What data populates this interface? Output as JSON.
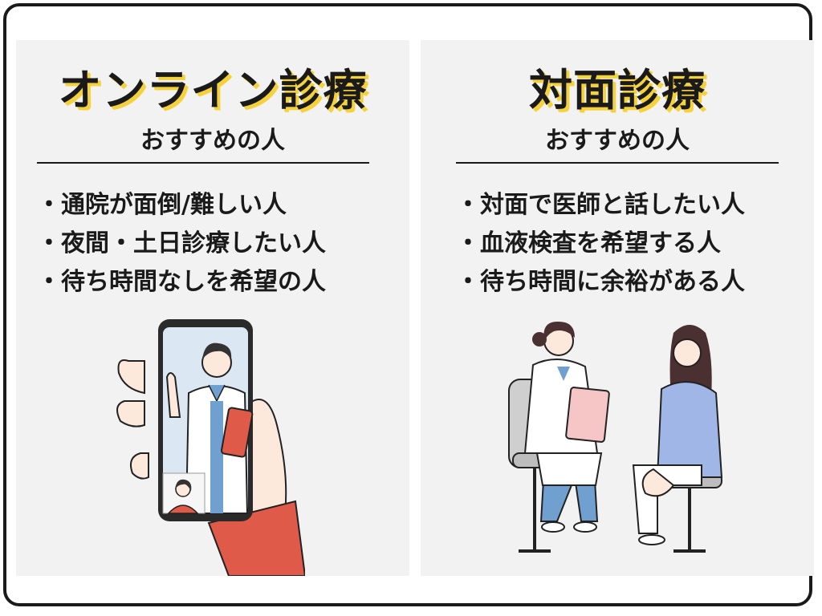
{
  "left": {
    "title": "オンライン診療",
    "subtitle": "おすすめの人",
    "items": [
      "通院が面倒/難しい人",
      "夜間・土日診療したい人",
      "待ち時間なしを希望の人"
    ]
  },
  "right": {
    "title": "対面診療",
    "subtitle": "おすすめの人",
    "items": [
      "対面で医師と話したい人",
      "血液検査を希望する人",
      "待ち時間に余裕がある人"
    ]
  },
  "colors": {
    "title_highlight": "#f5d23c",
    "panel_bg": "#f2f2f2",
    "text": "#1a1a1a"
  },
  "icons": {
    "left_illustration": "smartphone-video-call-doctor-illustration",
    "right_illustration": "doctor-patient-consultation-illustration"
  }
}
